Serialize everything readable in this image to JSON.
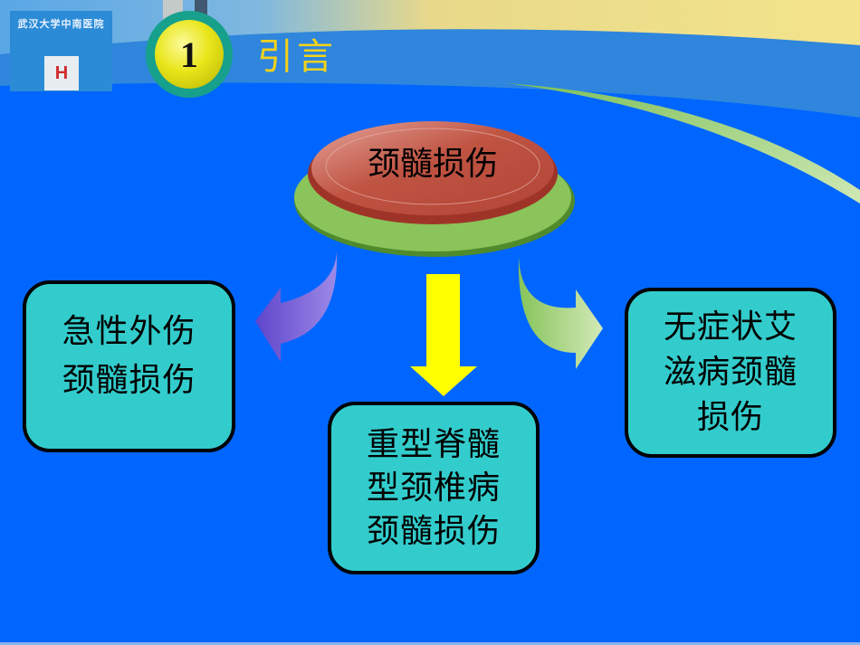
{
  "header": {
    "logo": {
      "text": "武汉大学中南医院",
      "badge": "H"
    },
    "section_number": "1",
    "section_title": "引言"
  },
  "diagram": {
    "root": {
      "label": "颈髓损伤",
      "color": "#b5473a",
      "base_color": "#8ac45a"
    },
    "arrows": {
      "left": {
        "color": "#7b6be0"
      },
      "center": {
        "color": "#ffff00"
      },
      "right": {
        "color": "#a6d07a"
      }
    },
    "children": [
      {
        "label": "急性外伤\n颈髓损伤"
      },
      {
        "label": "重型脊髓\n型颈椎病\n颈髓损伤"
      },
      {
        "label": "无症状艾\n滋病颈髓\n损伤"
      }
    ],
    "box_color": "#33cccc"
  },
  "colors": {
    "background": "#0066ff",
    "header_band": "#2f86dc",
    "title": "#f3d21a"
  }
}
